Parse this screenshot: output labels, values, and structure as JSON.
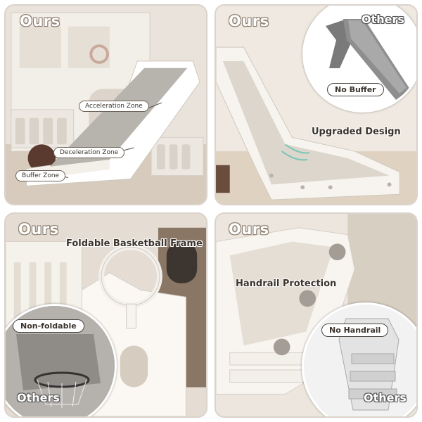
{
  "panels": {
    "slide_zones": {
      "badge": "Ours",
      "labels": [
        "Acceleration Zone",
        "Deceleration Zone",
        "Buffer Zone"
      ]
    },
    "slide_compare": {
      "badge": "Ours",
      "others_badge": "Others",
      "others_label": "No Buffer",
      "heading": "Upgraded Design"
    },
    "basketball": {
      "badge": "Ours",
      "heading": "Foldable Basketball Frame",
      "others_label": "Non-foldable",
      "others_badge": "Others"
    },
    "handrail": {
      "badge": "Ours",
      "heading": "Handrail Protection",
      "others_label": "No Handrail",
      "others_badge": "Others"
    }
  },
  "colors": {
    "frame_white": "#f7f4ef",
    "slide_gray": "#9a9a9a",
    "beige_bg": "#e9e3db",
    "text_dark": "#3a332c"
  }
}
